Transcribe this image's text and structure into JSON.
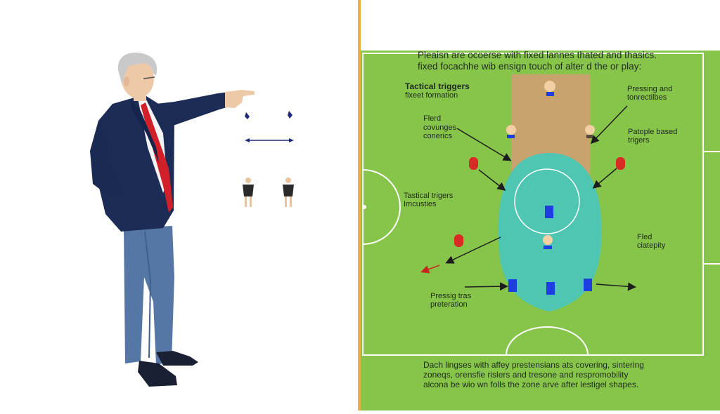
{
  "intro": {
    "line1": "Pleaisn are ocoerse with fixed lannes thated and thasics.",
    "line2": "fixed focachhe wib ensign touch of alter d the or play:"
  },
  "labels": {
    "tactical_triggers": "Tactical triggers",
    "fixed_formation": "fixeet formation",
    "fierd": "Flerd",
    "covunges": "covunges",
    "conerics": "conerics",
    "tactical_trigers": "Tastical trigers",
    "imcusties": "Imcusties",
    "pressing": "Pressing and",
    "tonrectibes": "tonrectilbes",
    "patople": "Patople based",
    "trigers": "trigers",
    "fled": "Fled",
    "ciatepity": "ciatepity",
    "pressig": "Pressig tras",
    "preterotion": "preteration"
  },
  "footer": {
    "line1": "Dach lingses with affey prestensians ats covering, sintering",
    "line2": "zoneqs, orensfie rislers and tresone and respromobility",
    "line3": "alcona be wio wn folls the zone arve after lestigel shapes."
  },
  "colors": {
    "pitch": "#86c54a",
    "pitch_lines": "#ffffff",
    "zone": "#4ec6b2",
    "block": "#c9a36e",
    "team_blue": "#1f3ee0",
    "team_red": "#d72b24",
    "divider": "#e1b33a",
    "arrow": "#1d1d1d"
  }
}
